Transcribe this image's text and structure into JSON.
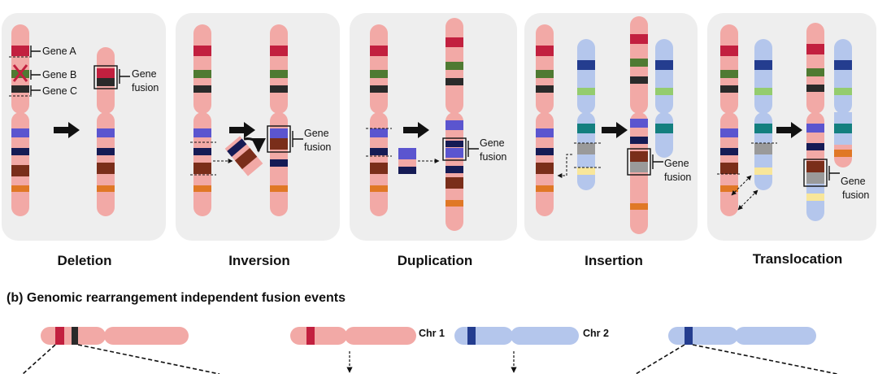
{
  "panels": [
    {
      "title": "Deletion",
      "labels": [
        "Gene A",
        "Gene B",
        "Gene C",
        "Gene",
        "fusion"
      ]
    },
    {
      "title": "Inversion",
      "labels": [
        "Gene",
        "fusion"
      ]
    },
    {
      "title": "Duplication",
      "labels": [
        "Gene",
        "fusion"
      ]
    },
    {
      "title": "Insertion",
      "labels": [
        "Gene",
        "fusion"
      ]
    },
    {
      "title": "Translocation",
      "labels": [
        "Gene",
        "fusion"
      ]
    }
  ],
  "section_b": {
    "title": "(b) Genomic rearrangement independent fusion events",
    "chr1": "Chr 1",
    "chr2": "Chr 2"
  },
  "colors": {
    "panel_bg": "#eeeeee",
    "chrom_pink": "#f2a9a6",
    "chrom_blue": "#b4c6ec",
    "gene_red": "#c2203f",
    "gene_dark": "#2a2a2a",
    "gene_green": "#4f7a32",
    "gene_lightgreen": "#94cc6e",
    "gene_purple": "#5b55cf",
    "gene_navy": "#151b55",
    "gene_brown": "#7a2e1a",
    "gene_orange": "#e07826",
    "gene_teal": "#137f7f",
    "gene_gray": "#9a9a9a",
    "gene_yellow": "#f8e69a",
    "gene_blue": "#243d8f"
  }
}
